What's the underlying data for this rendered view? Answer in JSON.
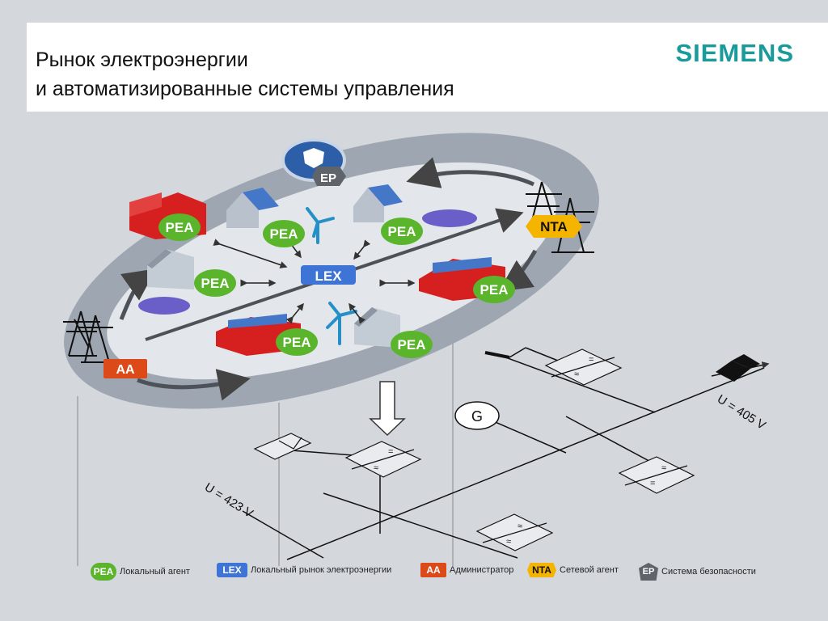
{
  "header": {
    "title_line1": "Рынок электроэнергии",
    "title_line2": "и автоматизированные системы управления",
    "logo": "SIEMENS"
  },
  "diagram": {
    "pea": "PEA",
    "lex": "LEX",
    "aa": "AA",
    "nta": "NTA",
    "ep": "EP",
    "generator": "G",
    "voltage_left": "U = 423 V",
    "voltage_right": "U = 405 V",
    "converter_symbol": "≈",
    "dc_symbol": "="
  },
  "legend": {
    "pea": {
      "badge": "PEA",
      "text": "Локальный агент"
    },
    "lex": {
      "badge": "LEX",
      "text": "Локальный рынок электроэнергии"
    },
    "aa": {
      "badge": "AA",
      "text": "Администратор"
    },
    "nta": {
      "badge": "NTA",
      "text": "Сетевой агент"
    },
    "ep": {
      "badge": "EP",
      "text": "Система безопасности"
    }
  },
  "colors": {
    "pea": "#5ab52c",
    "lex": "#3d74d6",
    "aa": "#dd4a1a",
    "nta": "#f4b400",
    "ep": "#5f636a",
    "logo": "#1a9b9b",
    "ring": "#9ea6b2",
    "factory": "#d62020"
  }
}
